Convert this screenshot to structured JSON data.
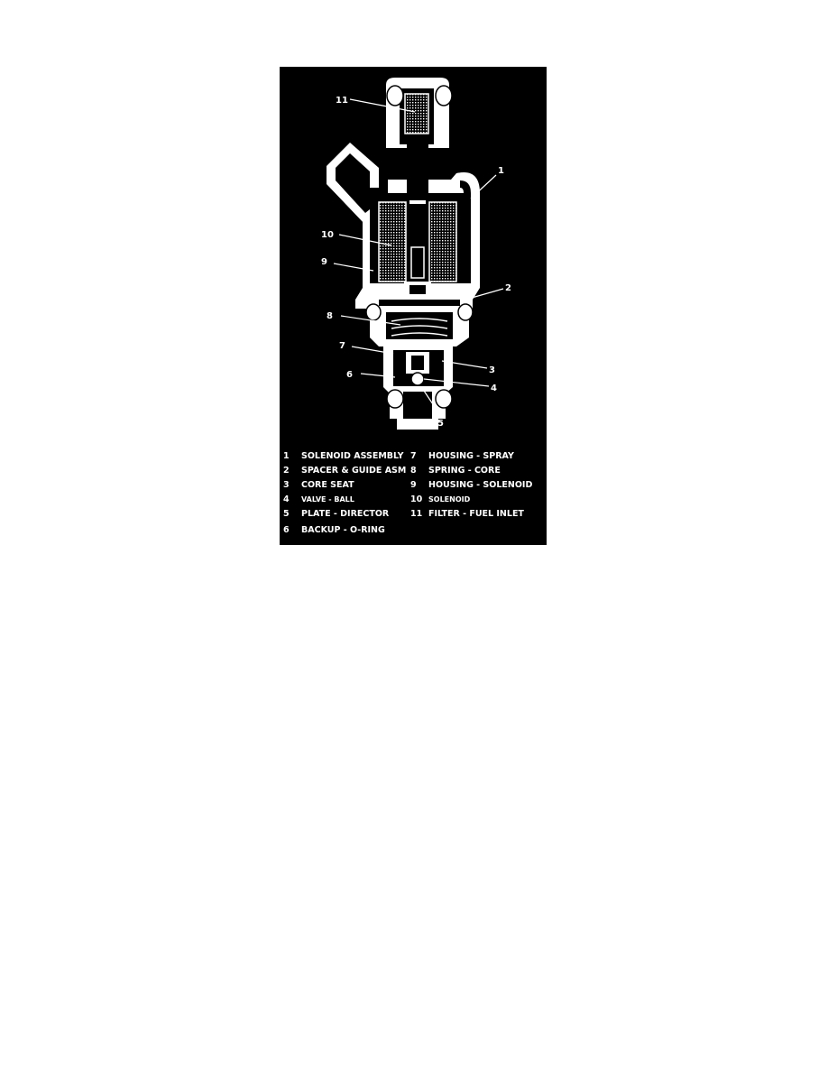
{
  "callouts": [
    {
      "id": "c1",
      "num": "1"
    },
    {
      "id": "c2",
      "num": "2"
    },
    {
      "id": "c3",
      "num": "3"
    },
    {
      "id": "c4",
      "num": "4"
    },
    {
      "id": "c5",
      "num": "5"
    },
    {
      "id": "c6",
      "num": "6"
    },
    {
      "id": "c7",
      "num": "7"
    },
    {
      "id": "c8",
      "num": "8"
    },
    {
      "id": "c9",
      "num": "9"
    },
    {
      "id": "c10",
      "num": "10"
    },
    {
      "id": "c11",
      "num": "11"
    }
  ],
  "legend": [
    {
      "num": "1",
      "label": "SOLENOID ASSEMBLY"
    },
    {
      "num": "2",
      "label": "SPACER & GUIDE ASM"
    },
    {
      "num": "3",
      "label": "CORE SEAT"
    },
    {
      "num": "4",
      "label": "VALVE - BALL"
    },
    {
      "num": "5",
      "label": "PLATE - DIRECTOR"
    },
    {
      "num": "6",
      "label": "BACKUP - O-RING"
    },
    {
      "num": "7",
      "label": "HOUSING - SPRAY"
    },
    {
      "num": "8",
      "label": "SPRING - CORE"
    },
    {
      "num": "9",
      "label": "HOUSING - SOLENOID"
    },
    {
      "num": "10",
      "label": "SOLENOID"
    },
    {
      "num": "11",
      "label": "FILTER - FUEL INLET"
    }
  ],
  "colors": {
    "background": "#000000",
    "foreground": "#ffffff"
  }
}
